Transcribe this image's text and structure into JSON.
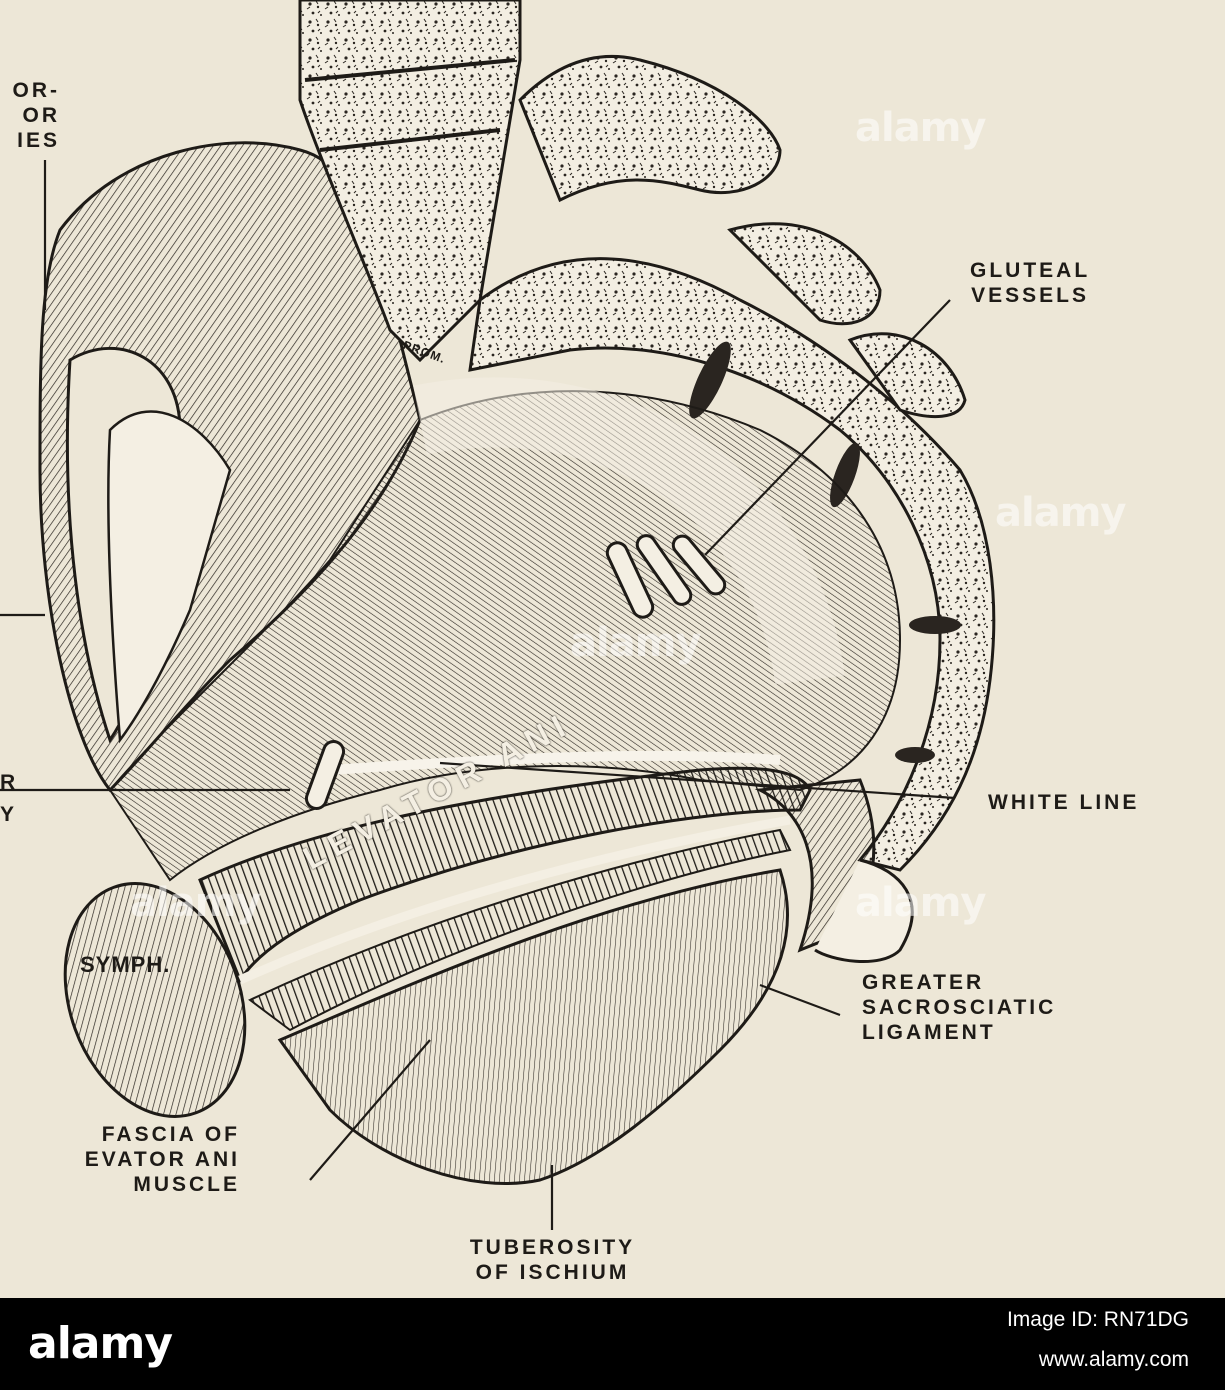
{
  "figure": {
    "labels": {
      "top_left": [
        "OR-",
        "OR",
        "IES"
      ],
      "gluteal_vessels": [
        "GLUTEAL",
        "VESSELS"
      ],
      "left_r": "R",
      "left_y": "Y",
      "white_line": "WHITE LINE",
      "greater_sacrosciatic_ligament": [
        "GREATER",
        "SACROSCIATIC",
        "LIGAMENT"
      ],
      "fascia_levator_ani": [
        "FASCIA OF",
        "EVATOR ANI",
        "MUSCLE"
      ],
      "tuberosity_ischium": [
        "TUBEROSITY",
        "OF ISCHIUM"
      ],
      "symphysis": "SYMPH.",
      "promontory": "PROM.",
      "levator_ani": "LEVATOR ANI"
    },
    "colors": {
      "paper": "#ede7d7",
      "ink": "#1e1b17"
    }
  },
  "watermark": {
    "text": "alamy"
  },
  "footer": {
    "logo": "alamy",
    "image_id": "Image ID: RN71DG",
    "url": "www.alamy.com"
  }
}
